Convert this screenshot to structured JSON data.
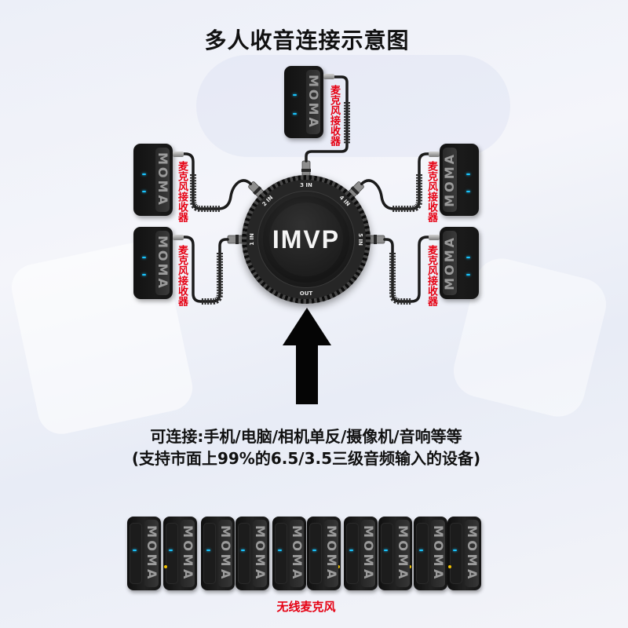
{
  "title": "多人收音连接示意图",
  "receivers": [
    {
      "brand": "MOMA",
      "label": "麦克风接收器"
    },
    {
      "brand": "MOMA",
      "label": "麦克风接收器"
    },
    {
      "brand": "MOMA",
      "label": "麦克风接收器"
    },
    {
      "brand": "MOMA",
      "label": "麦克风接收器"
    },
    {
      "brand": "MOMA",
      "label": "麦克风接收器"
    }
  ],
  "hub": {
    "name": "IMVP",
    "ports": {
      "in1": "1 IN",
      "in2": "2 IN",
      "in3": "3 IN",
      "in4": "4 IN",
      "in5": "5 IN",
      "out": "OUT"
    }
  },
  "compatibility": {
    "line1": "可连接:手机/电脑/相机单反/摄像机/音响等等",
    "line2": "(支持市面上99%的6.5/3.5三级音频输入的设备)"
  },
  "microphones": {
    "items": [
      {
        "brand": "MOMA"
      },
      {
        "brand": "MOMA"
      },
      {
        "brand": "MOMA"
      },
      {
        "brand": "MOMA"
      },
      {
        "brand": "MOMA"
      },
      {
        "brand": "MOMA"
      },
      {
        "brand": "MOMA"
      },
      {
        "brand": "MOMA"
      },
      {
        "brand": "MOMA"
      },
      {
        "brand": "MOMA"
      }
    ],
    "label": "无线麦克风"
  },
  "colors": {
    "label_red": "#e60012",
    "led_blue": "#19c5ff",
    "device_black": "#1a1a1a",
    "text_black": "#111111"
  },
  "icons": {
    "direction_arrow": "arrow-up-icon",
    "audio_plug": "audio-jack-plug-icon"
  }
}
